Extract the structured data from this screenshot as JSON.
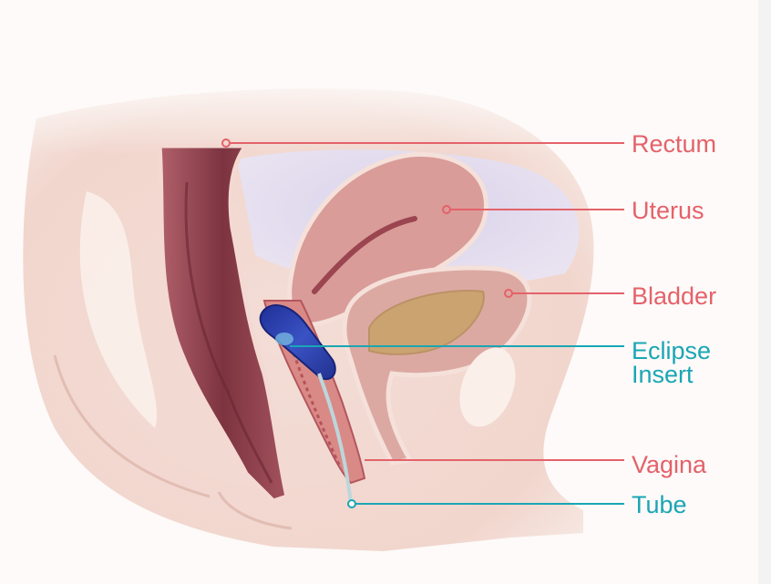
{
  "diagram": {
    "colors": {
      "red_label": "#e4626a",
      "teal_label": "#1aa6b4",
      "skin": "#efd2c9",
      "skin_light": "#f7e4de",
      "organ": "#d9a09a",
      "rectum_dark": "#8a3d45",
      "bladder_fill": "#c9a36c",
      "cavity": "#d9d3ea",
      "insert_blue": "#2c3fa8"
    },
    "labels": [
      {
        "text": "Rectum",
        "line1": "Rectum",
        "line2": "",
        "color": "#e4626a"
      },
      {
        "text": "Uterus",
        "line1": "Uterus",
        "line2": "",
        "color": "#e4626a"
      },
      {
        "text": "Bladder",
        "line1": "Bladder",
        "line2": "",
        "color": "#e4626a"
      },
      {
        "text": "Eclipse Insert",
        "line1": "Eclipse",
        "line2": "Insert",
        "color": "#1aa6b4"
      },
      {
        "text": "Vagina",
        "line1": "Vagina",
        "line2": "",
        "color": "#e4626a"
      },
      {
        "text": "Tube",
        "line1": "Tube",
        "line2": "",
        "color": "#1aa6b4"
      }
    ]
  }
}
